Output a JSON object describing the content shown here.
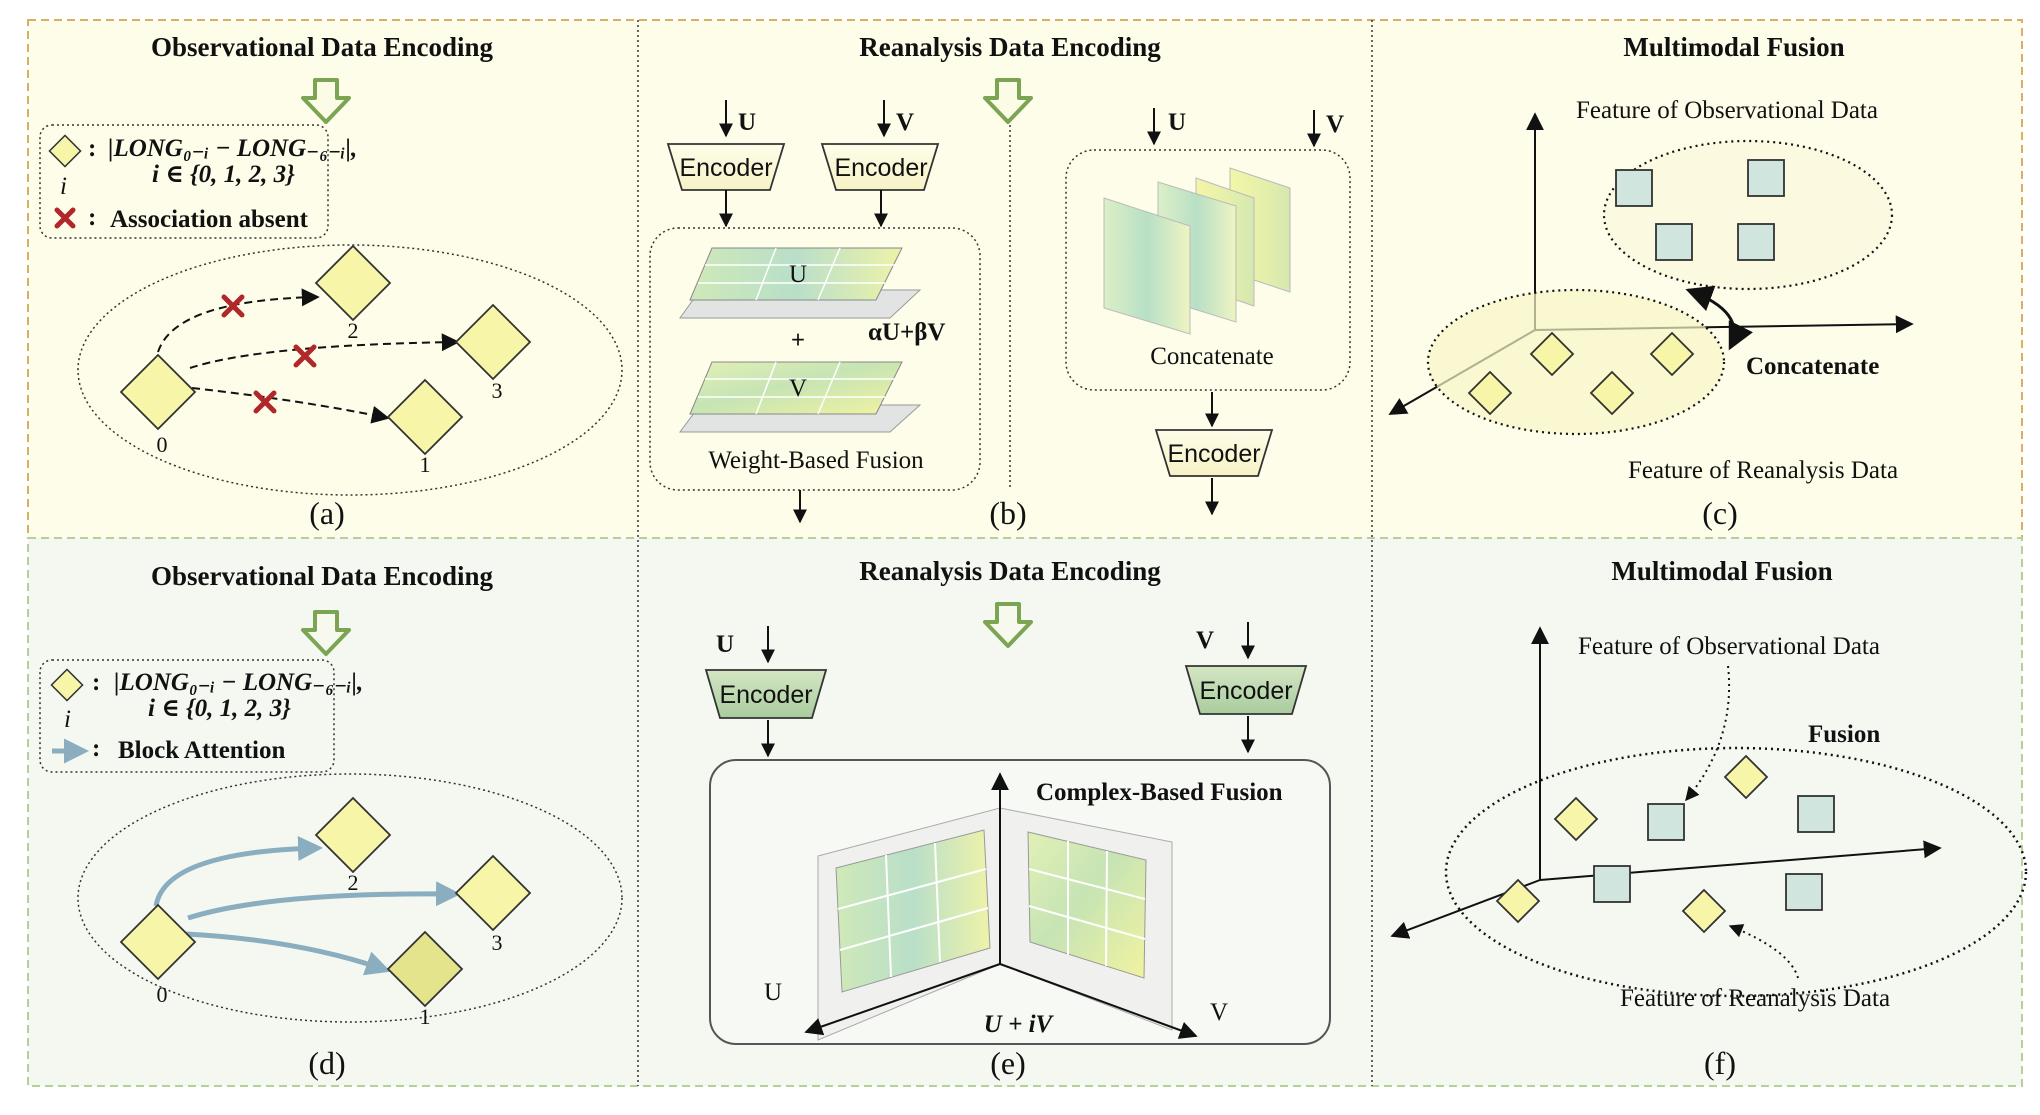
{
  "colors": {
    "panel_top": "#fefde9",
    "panel_bottom": "#f4f8f1",
    "panel_border_top": "#d7b066",
    "panel_border_bottom": "#b5d19a",
    "diamond": "#f6f5a8",
    "diamond_dark": "#e3e48c",
    "square": "#cfe5dd",
    "cross": "#b2272a",
    "attention": "#8aaebf",
    "arrow_green": "#7ba552",
    "encoder_top": "#fdf9d6",
    "encoder_bottom": "#b9d6b0"
  },
  "panel_a": {
    "title": "Observational Data Encoding",
    "legend_formula": "|LONG₀₋ᵢ − LONG₋₆₋ᵢ|,",
    "legend_set": "i ∈ {0, 1, 2, 3}",
    "legend_index": "i",
    "legend_absent": "Association absent",
    "colon": ":",
    "nodes": [
      "0",
      "1",
      "2",
      "3"
    ],
    "caption": "(a)"
  },
  "panel_b": {
    "title": "Reanalysis Data Encoding",
    "input_u": "U",
    "input_v": "V",
    "encoder": "Encoder",
    "grid_u": "U",
    "grid_v": "V",
    "plus": "+",
    "weight_formula": "αU+βV",
    "weight_fusion": "Weight-Based Fusion",
    "concatenate": "Concatenate",
    "caption": "(b)"
  },
  "panel_c": {
    "title": "Multimodal Fusion",
    "obs_feature": "Feature of  Observational Data",
    "re_feature": "Feature of  Reanalysis Data",
    "concatenate": "Concatenate",
    "caption": "(c)"
  },
  "panel_d": {
    "title": "Observational Data Encoding",
    "legend_formula": "|LONG₀₋ᵢ − LONG₋₆₋ᵢ|,",
    "legend_set": "i ∈ {0, 1, 2, 3}",
    "legend_index": "i",
    "legend_attention": "Block Attention",
    "colon": ":",
    "nodes": [
      "0",
      "1",
      "2",
      "3"
    ],
    "caption": "(d)"
  },
  "panel_e": {
    "title": "Reanalysis Data Encoding",
    "input_u": "U",
    "input_v": "V",
    "encoder": "Encoder",
    "complex_fusion": "Complex-Based Fusion",
    "axis_u": "U",
    "axis_v": "V",
    "formula": "U + iV",
    "caption": "(e)"
  },
  "panel_f": {
    "title": "Multimodal Fusion",
    "obs_feature": "Feature of  Observational Data",
    "re_feature": "Feature of  Reanalysis Data",
    "fusion": "Fusion",
    "caption": "(f)"
  }
}
